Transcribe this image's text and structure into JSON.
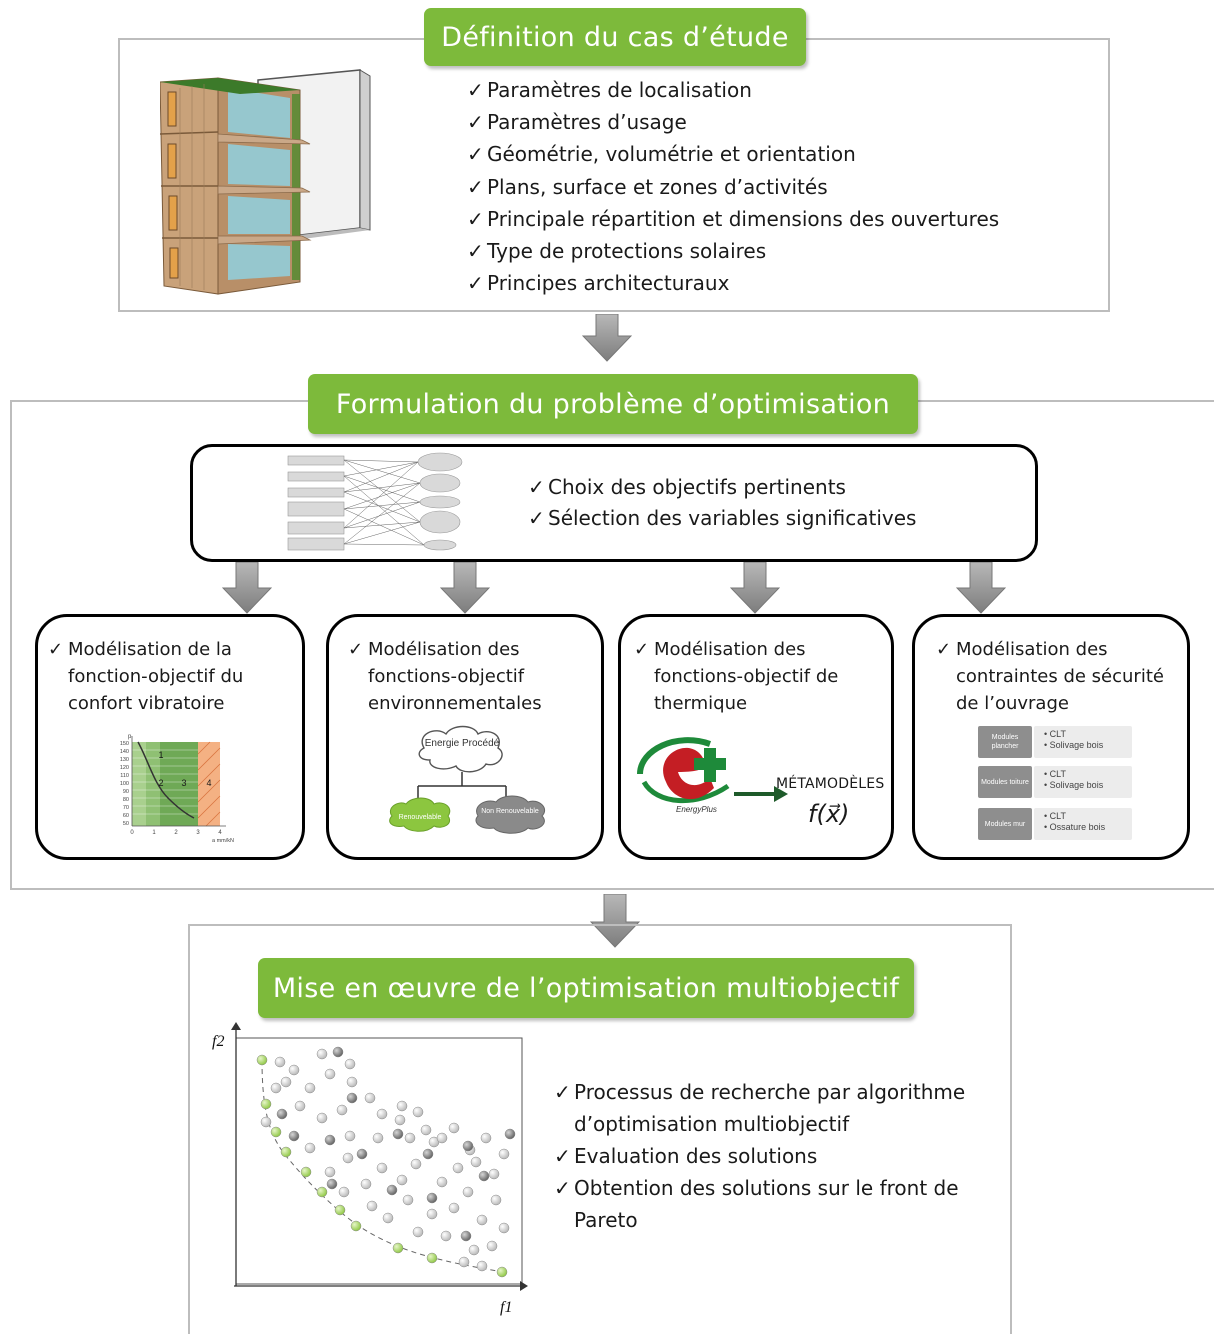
{
  "section1": {
    "title": "Définition du cas d’étude",
    "items": [
      "Paramètres de localisation",
      "Paramètres d’usage",
      "Géométrie, volumétrie et orientation",
      "Plans, surface et zones d’activités",
      "Principale répartition et dimensions des ouvertures",
      "Type de protections solaires",
      "Principes architecturaux"
    ]
  },
  "section2": {
    "title": "Formulation du problème d’optimisation",
    "items": [
      "Choix des objectifs pertinents",
      "Sélection des variables significatives"
    ],
    "cards": [
      "Modélisation de la fonction-objectif du confort vibratoire",
      "Modélisation des fonctions-objectif environnementales",
      "Modélisation des fonctions-objectif de thermique",
      "Modélisation des contraintes de sécurité de l’ouvrage"
    ],
    "vibration_zones": [
      "1",
      "2",
      "3",
      "4"
    ],
    "vibration_y_ticks": [
      "150",
      "140",
      "130",
      "120",
      "110",
      "100",
      "90",
      "80",
      "70",
      "60",
      "50"
    ],
    "vibration_x_ticks": [
      "0",
      "1",
      "2",
      "3",
      "4"
    ],
    "vibration_x_unit": "a mm/kN",
    "vibration_y_axis": "p",
    "energy": {
      "cloud_top": "Energie Procédé",
      "left": "Renouvelable",
      "right": "Non Renouvelable"
    },
    "thermal": {
      "metamodels": "MÉTAMODÈLES",
      "formula": "f(x⃗)",
      "logo_text": "EnergyPlus"
    },
    "security": [
      {
        "module": "Modules plancher",
        "a": "CLT",
        "b": "Solivage bois"
      },
      {
        "module": "Modules toiture",
        "a": "CLT",
        "b": "Solivage bois"
      },
      {
        "module": "Modules mur",
        "a": "CLT",
        "b": "Ossature bois"
      }
    ]
  },
  "section3": {
    "title": "Mise en œuvre de l’optimisation multiobjectif",
    "items": [
      "Processus de recherche par algorithme d’optimisation multiobjectif",
      "Evaluation des solutions",
      "Obtention des solutions sur le front de Pareto"
    ],
    "axis_y": "f2",
    "axis_x": "f1"
  },
  "colors": {
    "accent_green": "#7dba3b",
    "frame_gray": "#bdbdbd",
    "arrow_gray": "#9a9a9a"
  }
}
